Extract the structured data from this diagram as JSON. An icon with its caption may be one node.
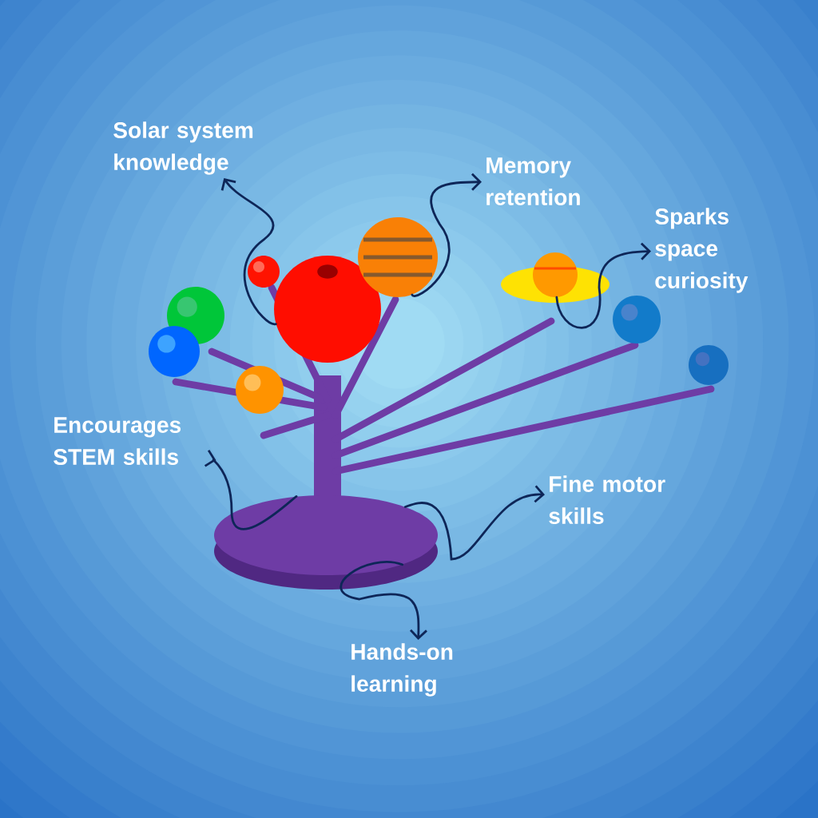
{
  "diagram": {
    "nodes": [
      {
        "text": [
          "Solar system knowledge"
        ]
      },
      {
        "text": [
          "Memory retention"
        ]
      },
      {
        "text": [
          "Sparks space curiosity"
        ]
      },
      {
        "text": [],
        "shape": "circle"
      },
      {
        "text": [],
        "shape": "circle"
      },
      {
        "text": [],
        "shape": "circle"
      },
      {
        "text": [
          "Encourages STEM skills"
        ]
      },
      {
        "text": [
          "Fine motor skills"
        ]
      },
      {
        "text": [],
        "shape": "cylinder"
      },
      {
        "text": [
          "Hands-on learning"
        ]
      }
    ],
    "edges": [
      {
        "from": 3,
        "to": 0,
        "arrow": "to"
      },
      {
        "from": 4,
        "to": 1,
        "arrow": "to"
      },
      {
        "from": 5,
        "to": 2,
        "arrow": "to"
      },
      {
        "from": 8,
        "to": 6,
        "arrow": "to"
      },
      {
        "from": 8,
        "to": 7,
        "arrow": "to"
      },
      {
        "from": 8,
        "to": 9,
        "arrow": "to"
      }
    ]
  }
}
